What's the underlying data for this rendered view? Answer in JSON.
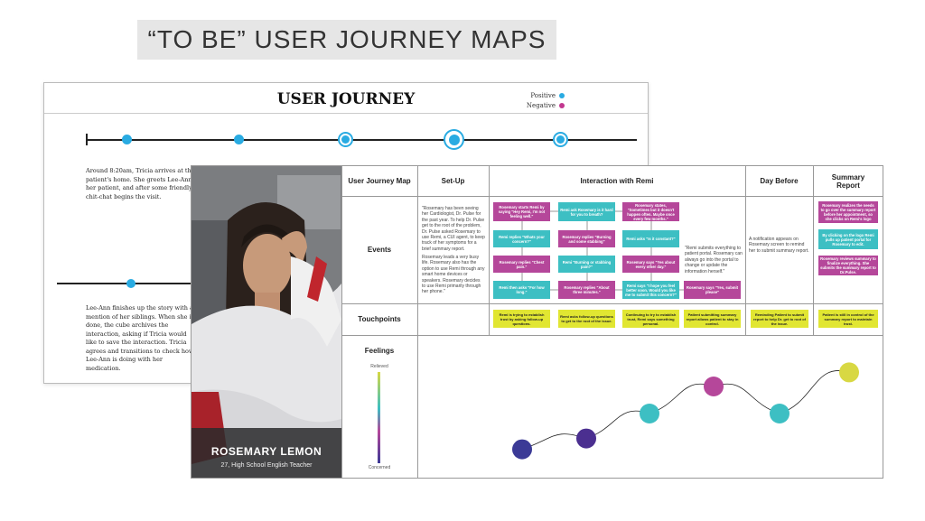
{
  "main_title": "“TO BE” USER JOURNEY MAPS",
  "back_card": {
    "title": "USER JOURNEY",
    "legend": [
      {
        "label": "Positive",
        "color": "#29abe2"
      },
      {
        "label": "Negative",
        "color": "#c2378f"
      }
    ],
    "story_1": "Around 8:20am, Tricia arrives at the patient's home. She greets Lee-Ann, her patient, and after some friendly chit-chat begins the visit.",
    "story_2": "Lee-Ann finishes up the story with a mention of her siblings. When she is done, the cube archives the interaction, asking if Tricia would like to save the interaction. Tricia agrees and transitions to check how Lee-Ann is doing with her medication."
  },
  "persona": {
    "name": "ROSEMARY LEMON",
    "subtitle": "27, High School English Teacher"
  },
  "journey_map": {
    "corner_label": "User Journey Map",
    "columns": [
      "Set-Up",
      "Interaction with Remi",
      "Day Before",
      "Summary Report"
    ],
    "rows": [
      "Events",
      "Touchpoints",
      "Feelings"
    ],
    "setup_text_1": "\"Rosemary has been seeing her Cardiologist, Dr. Pulse for the past year. To help Dr. Pulse get to the root of the problem, Dr. Pulse asked Rosemary to use Remi, a CUI agent, to keep track of her symptoms for a brief summary report.",
    "setup_text_2": "Rosemary leads a very busy life. Rosemary also has the option to use Remi through any smart home devices or speakers. Rosemary decides to use Remi primarily through her phone.\"",
    "remi_col1": [
      "Rosemary starts Remi by saying \"Hey Remi, I'm not feeling well.\"",
      "Remi replies \"Whats your concern?\"",
      "Rosemary replies \"Chest pain.\"",
      "Remi then asks \"For how long.\""
    ],
    "remi_col2": [
      "Remi ask Rosemary is it hard for you to breath?",
      "Rosemary replies \"Burning and some stabbing\"",
      "Remi \"Burning or stabbing pain?\"",
      "Rosemary replies \"About three minutes.\""
    ],
    "remi_col3": [
      "Rosemary states, \"Sometimes but it doesn't happen often. Maybe once every few months.\"",
      "Remi asks \"Is it constant?\"",
      "Rosemary says \"Yes about every other day.\"",
      "Remi says \"I hope you feel better soon. Would you like me to submit this concern?\""
    ],
    "remi_side": "\"Remi submits everything to patient portal. Rosemary can always go into the portal to change or update the information herself.\"",
    "remi_final": "Rosemary says \"Yes, submit please\"",
    "day_before_text": "A notification appears on Rosemary screen to remind her to submit summary report.",
    "summary_boxes": [
      "Rosemary realizes the needs to go over the summary report before her appointment, so she clicks on Remi's logo",
      "By clicking on the logo Remi pulls up patient portal for Rosemary to edit.",
      "Rosemary reviews summary to finalize everything. She submits the summary report to Dr.Pulse."
    ],
    "touchpoints": [
      "Remi is trying to establish trust by asking follow-up questions.",
      "Remi asks follow-up questions to get to the root of the issue.",
      "Continuing to try to establish trust, Remi says something personal.",
      "Patient submitting summary report allows patient to stay in control.",
      "Reminding Patient to submit report to help Dr. get to root of the issue.",
      "Patient is still in control of the summary report to maintain trust."
    ],
    "feelings_scale_top": "Relieved",
    "feelings_scale_bottom": "Concerned",
    "feelings_chart": {
      "levels": [
        0.12,
        0.22,
        0.45,
        0.7,
        0.45,
        0.83
      ],
      "colors": [
        "#3b3a96",
        "#4b2f90",
        "#3dbfc3",
        "#b5479a",
        "#3dbfc3",
        "#d8d843"
      ]
    }
  }
}
